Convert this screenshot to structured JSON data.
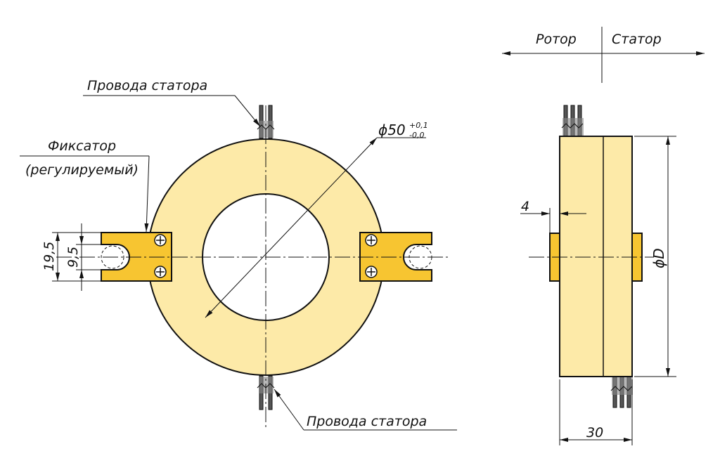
{
  "labels": {
    "stator_wires_top": "Провода статора",
    "stator_wires_bottom": "Провода статора",
    "fixator_line1": "Фиксатор",
    "fixator_line2": "(регулируемый)",
    "rotor": "Ротор",
    "stator": "Статор"
  },
  "dimensions": {
    "diameter_main": "50",
    "diameter_symbol": "ϕ",
    "tolerance_upper": "+0,1",
    "tolerance_lower": "-0,0",
    "height_outer": "19,5",
    "height_inner": "9,5",
    "offset": "4",
    "width": "30",
    "diameter_d": "ϕD"
  },
  "colors": {
    "ring_fill": "#fdeaa8",
    "bracket_fill": "#f7c531",
    "stroke": "#111111",
    "background": "#ffffff"
  }
}
